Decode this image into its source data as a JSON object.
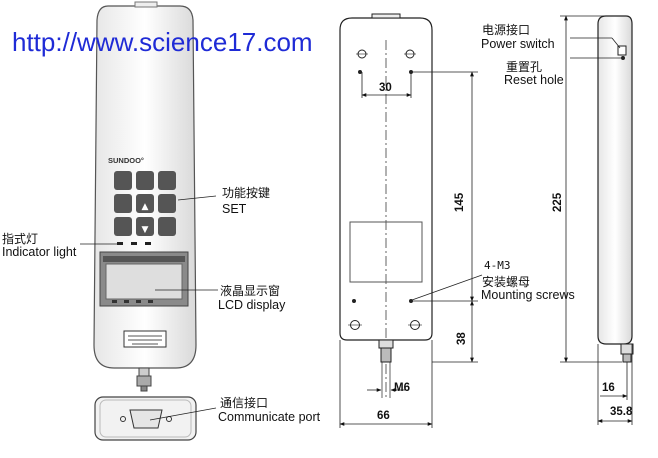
{
  "watermark": "http://www.science17.com",
  "device": {
    "brand": "SUNDOO",
    "keys": [
      [
        "",
        "",
        ""
      ],
      [
        "",
        "",
        ""
      ],
      [
        "",
        "",
        ""
      ]
    ],
    "key_symbols": {
      "up": "▲",
      "down": "▼"
    }
  },
  "labels": {
    "power_switch_cn": "电源接口",
    "power_switch_en": "Power switch",
    "reset_hole_cn": "重置孔",
    "reset_hole_en": "Reset hole",
    "set_cn": "功能按键",
    "set_en": "SET",
    "indicator_cn": "指式灯",
    "indicator_en": "Indicator light",
    "lcd_cn": "液晶显示窗",
    "lcd_en": "LCD display",
    "mount_spec": "4-M3",
    "mount_cn": "安装螺母",
    "mount_en": "Mounting screws",
    "comm_cn": "通信接口",
    "comm_en": "Communicate port"
  },
  "dimensions": {
    "hole_spacing": "30",
    "hole_vertical": "145",
    "bottom_offset": "38",
    "thread": "M6",
    "width": "66",
    "height": "225",
    "connector_offset": "16",
    "depth": "35.8"
  }
}
